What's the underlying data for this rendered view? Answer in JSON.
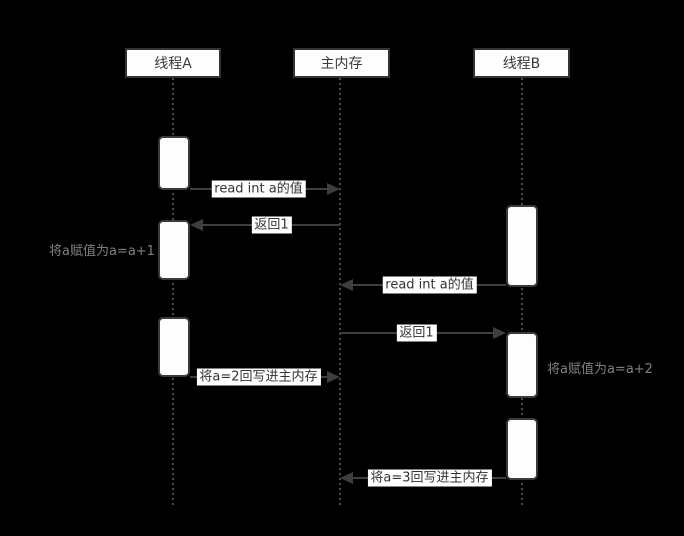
{
  "diagram": {
    "type": "sequence-diagram",
    "participants": [
      {
        "label": "线程A"
      },
      {
        "label": "主内存"
      },
      {
        "label": "线程B"
      }
    ],
    "messages": [
      {
        "label": "read int a的值",
        "from": "线程A",
        "to": "主内存"
      },
      {
        "label": "返回1",
        "from": "主内存",
        "to": "线程A"
      },
      {
        "label": "read int a的值",
        "from": "线程B",
        "to": "主内存"
      },
      {
        "label": "返回1",
        "from": "主内存",
        "to": "线程B"
      },
      {
        "label": "将a=2回写进主内存",
        "from": "线程A",
        "to": "主内存"
      },
      {
        "label": "将a=3回写进主内存",
        "from": "线程B",
        "to": "主内存"
      }
    ],
    "notes": [
      {
        "text": "将a赋值为a=a+1",
        "attached_to": "线程A"
      },
      {
        "text": "将a赋值为a=a+2",
        "attached_to": "线程B"
      }
    ],
    "colors": {
      "background": "#000000",
      "box_fill": "#fefefe",
      "box_border": "#333333",
      "box_text": "#3a3a3a",
      "arrow": "#3e3e3e",
      "lifeline_dot": "#4a4a4a",
      "message_label_bg": "#ffffff",
      "message_label_text": "#333333",
      "note_text": "#7f7f7f"
    }
  }
}
